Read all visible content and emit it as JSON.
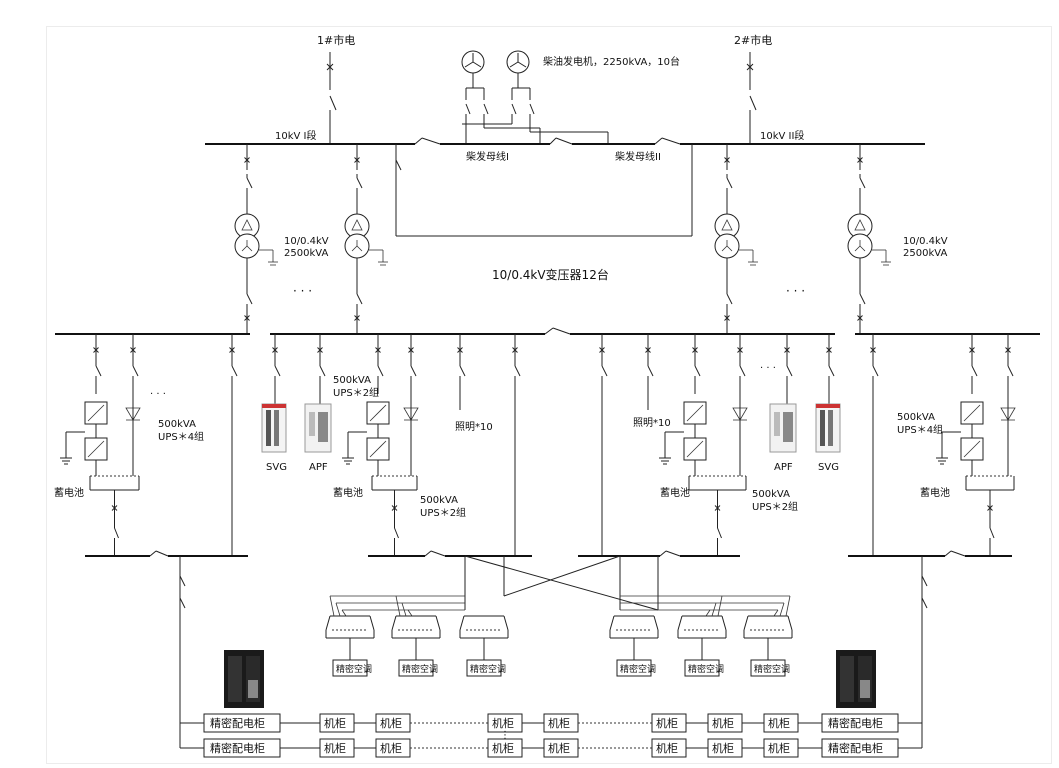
{
  "sources": {
    "grid1": "1#市电",
    "grid2": "2#市电",
    "generator": "柴油发电机，2250kVA，10台"
  },
  "buses": {
    "hv1": "10kV I段",
    "hv2": "10kV II段",
    "gen_bus1": "柴发母线I",
    "gen_bus2": "柴发母线II"
  },
  "transformers": {
    "spec_kv": "10/0.4kV",
    "spec_kva": "2500kVA",
    "summary": "10/0.4kV变压器12台",
    "ellipsis": "· · ·"
  },
  "lv": {
    "ups4": "500kVA",
    "ups4b": "UPS＊4组",
    "ups2": "500kVA",
    "ups2b": "UPS＊2组",
    "battery": "蓄电池",
    "svg": "SVG",
    "apf": "APF",
    "lighting": "照明*10",
    "ellipsis": "· · ·"
  },
  "loads": {
    "ac": "精密空调",
    "pdu": "精密配电柜",
    "rack": "机柜",
    "dots": "······"
  }
}
